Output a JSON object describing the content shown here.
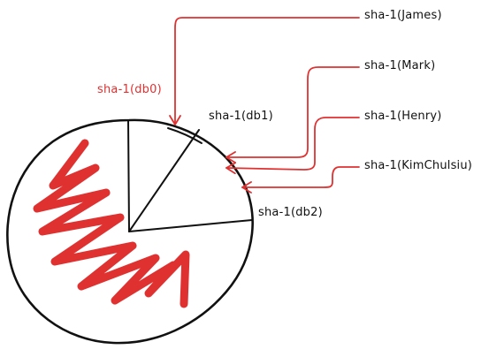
{
  "colors": {
    "ink": "#111111",
    "accent": "#e03131"
  },
  "ring": {
    "node_db0": "sha-1(db0)",
    "node_db1": "sha-1(db1)",
    "node_db2": "sha-1(db2)"
  },
  "keys": [
    {
      "label": "sha-1(James)",
      "maps_to": "sha-1(db0)"
    },
    {
      "label": "sha-1(Mark)",
      "maps_to": "sha-1(db1)"
    },
    {
      "label": "sha-1(Henry)",
      "maps_to": "sha-1(db1)"
    },
    {
      "label": "sha-1(KimChulsiu)",
      "maps_to": "sha-1(db1)"
    }
  ]
}
